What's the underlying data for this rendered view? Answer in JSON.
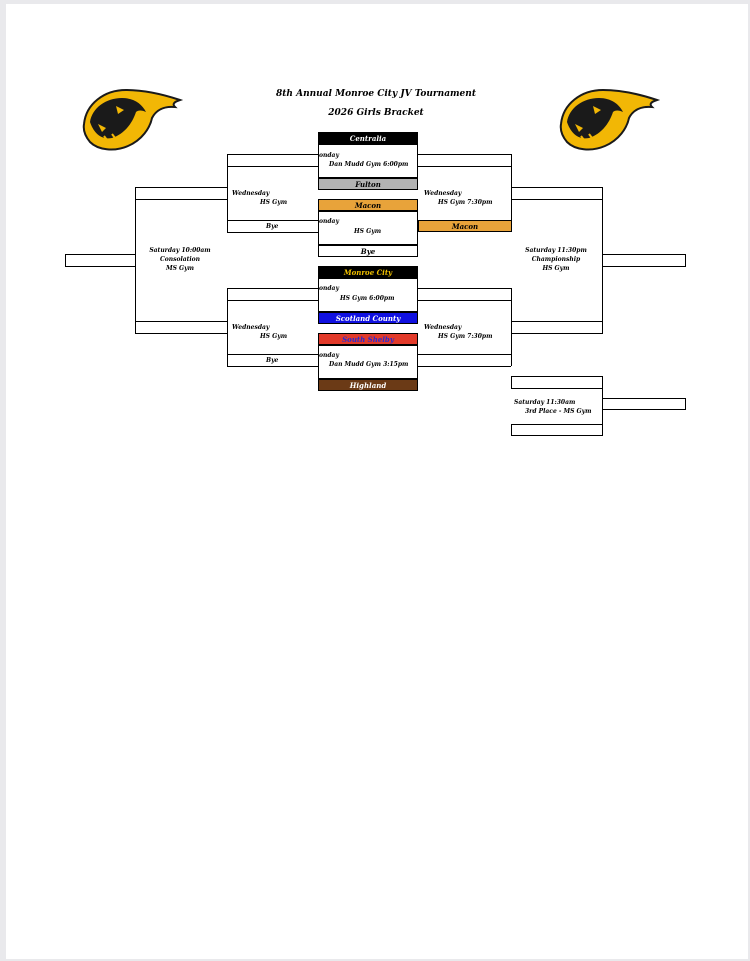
{
  "header": {
    "title": "8th Annual Monroe City JV Tournament",
    "subtitle": "2026 Girls Bracket"
  },
  "teams": {
    "centralia": {
      "name": "Centralia",
      "bg": "#000000",
      "fg": "#ffffff"
    },
    "fulton": {
      "name": "Fulton",
      "bg": "#b3b3b3",
      "fg": "#000000"
    },
    "macon": {
      "name": "Macon",
      "bg": "#e8a33a",
      "fg": "#000000"
    },
    "bye_top": {
      "name": "Bye"
    },
    "monroe_city": {
      "name": "Monroe City",
      "bg": "#000000",
      "fg": "#f2c200"
    },
    "scotland_county": {
      "name": "Scotland County",
      "bg": "#1010e0",
      "fg": "#ffffff"
    },
    "south_shelby": {
      "name": "South Shelby",
      "bg": "#e23a2a",
      "fg": "#2a2ad0"
    },
    "highland": {
      "name": "Highland",
      "bg": "#6b3a16",
      "fg": "#ffffff"
    },
    "macon_advance": {
      "name": "Macon",
      "bg": "#e8a33a",
      "fg": "#000000"
    }
  },
  "games": {
    "g1": {
      "day": "onday",
      "info": "Dan Mudd Gym 6:00pm"
    },
    "g2": {
      "day": "onday",
      "info": "HS Gym"
    },
    "g3": {
      "day": "onday",
      "info": "HS Gym 6:00pm"
    },
    "g4": {
      "day": "onday",
      "info": "Dan Mudd Gym 3:15pm"
    },
    "wed_left_top": {
      "day": "Wednesday",
      "info": "HS Gym"
    },
    "wed_left_bottom": {
      "day": "Wednesday",
      "info": "HS Gym"
    },
    "wed_right_top": {
      "day": "Wednesday",
      "info": "HS Gym 7:30pm"
    },
    "wed_right_bottom": {
      "day": "Wednesday",
      "info": "HS Gym 7:30pm"
    },
    "consolation": {
      "line1": "Saturday 10:00am",
      "line2": "Consolation",
      "line3": "MS Gym"
    },
    "championship": {
      "line1": "Saturday 11:30pm",
      "line2": "Championship",
      "line3": "HS Gym"
    },
    "third_place": {
      "line1": "Saturday 11:30am",
      "line2": "3rd Place - MS Gym"
    }
  },
  "byes": {
    "left_top": "Bye",
    "left_bottom": "Bye"
  },
  "logo": {
    "name": "panther-logo",
    "fill": "#f2b705",
    "dark": "#1a1a1a"
  }
}
